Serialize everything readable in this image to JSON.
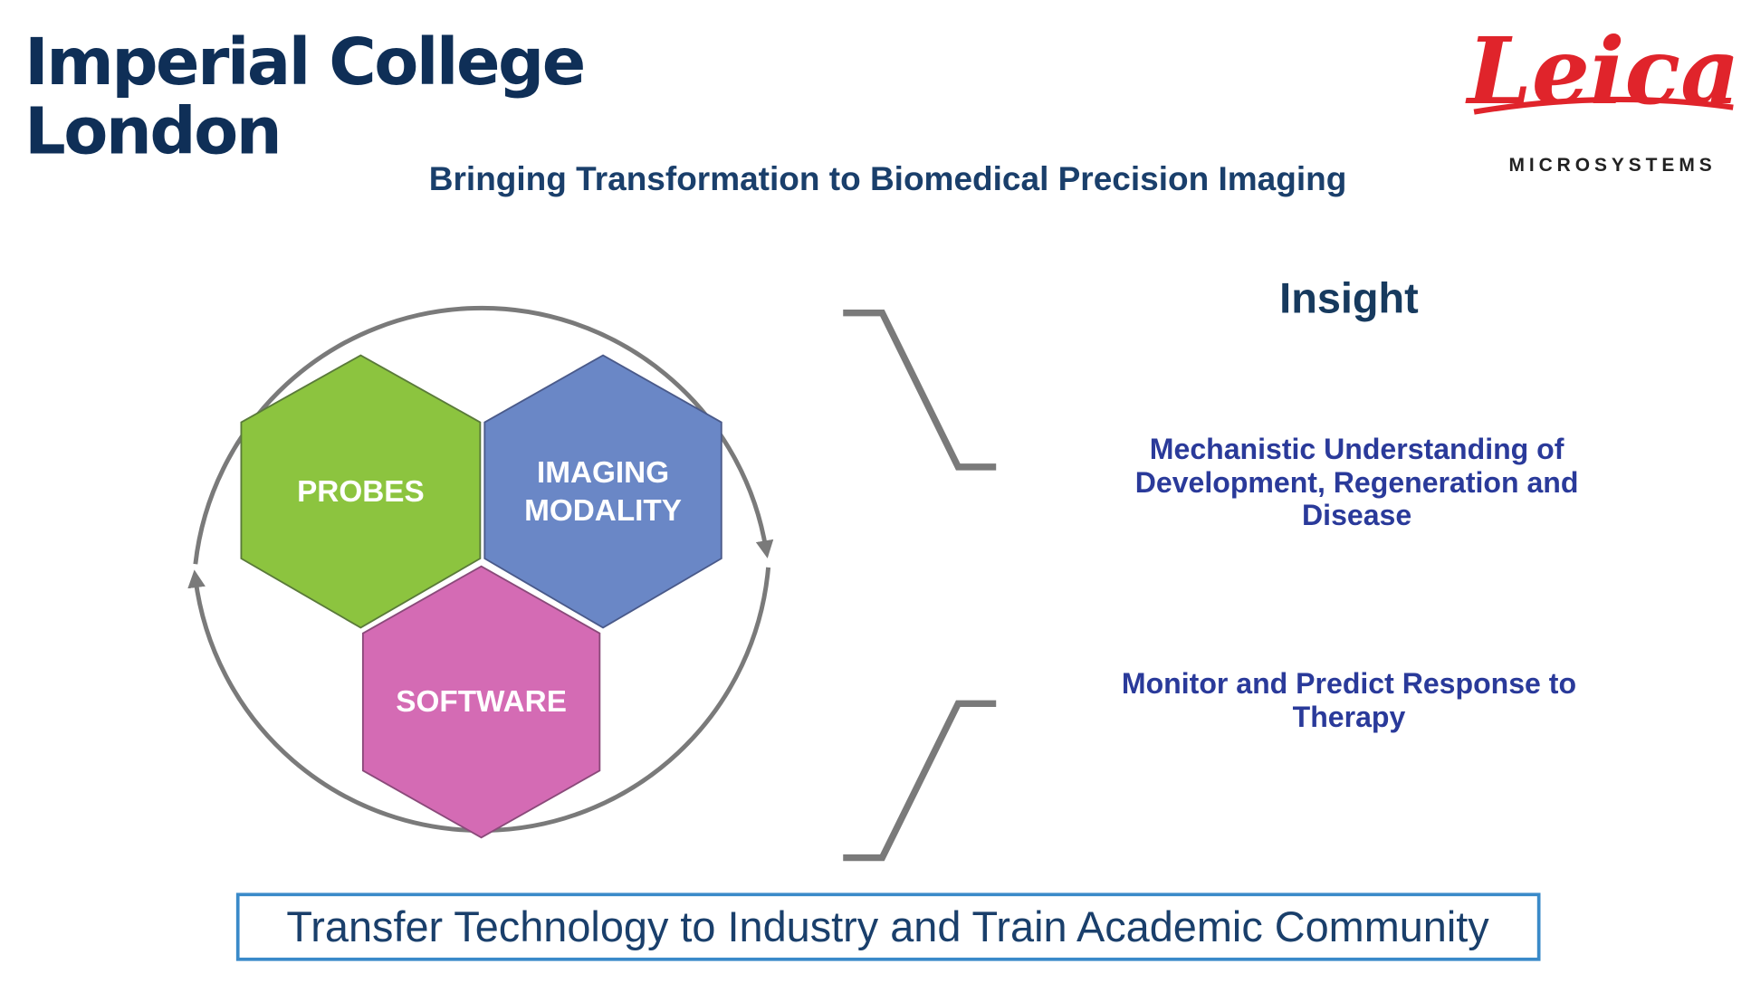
{
  "header": {
    "imperial_logo": {
      "line1": "Imperial College",
      "line2": "London"
    },
    "title": "Bringing Transformation to Biomedical Precision Imaging",
    "leica_logo": {
      "wordmark": "Leica",
      "tagline": "MICROSYSTEMS"
    }
  },
  "cycle": {
    "hexagons": [
      {
        "label_lines": [
          "PROBES"
        ],
        "color": "#8cc43f"
      },
      {
        "label_lines": [
          "IMAGING",
          "MODALITY"
        ],
        "color": "#6a87c6"
      },
      {
        "label_lines": [
          "SOFTWARE"
        ],
        "color": "#d46bb4"
      }
    ]
  },
  "outcomes": {
    "heading": "Insight",
    "items": [
      {
        "lines": [
          "Mechanistic Understanding of",
          "Development, Regeneration and",
          "Disease"
        ]
      },
      {
        "lines": [
          "Monitor and Predict Response to",
          "Therapy"
        ]
      }
    ]
  },
  "footer": {
    "banner": "Transfer Technology to Industry and Train Academic Community"
  },
  "colors": {
    "navy": "#0f2f57",
    "title": "#1a3f6b",
    "outcome_text": "#2a3a9a",
    "gray": "#7a7a7a",
    "leica_red": "#e0242b",
    "banner_border": "#3a8ac9"
  }
}
